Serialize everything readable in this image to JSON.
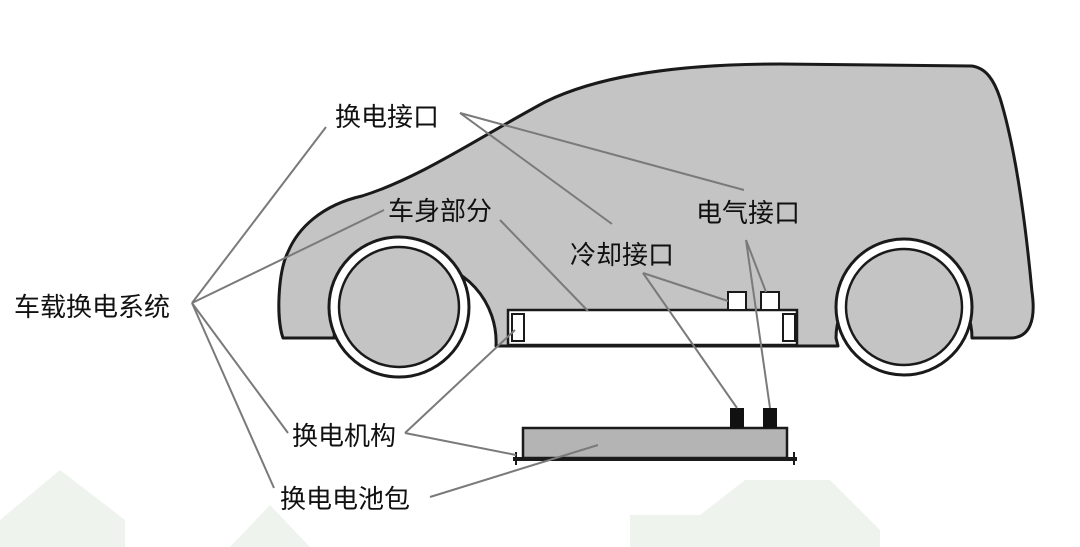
{
  "labels": {
    "system": "车载换电系统",
    "swap_interface": "换电接口",
    "body_part": "车身部分",
    "electrical_interface": "电气接口",
    "cooling_interface": "冷却接口",
    "swap_mechanism": "换电机构",
    "swap_battery_pack": "换电电池包"
  },
  "colors": {
    "car_body": "#c4c4c4",
    "battery_pack": "#b4b4b4",
    "outline": "#1a1a1a",
    "leader_line": "#7a7a7a",
    "connector": "#111111",
    "watermark": "#eef3ee"
  }
}
